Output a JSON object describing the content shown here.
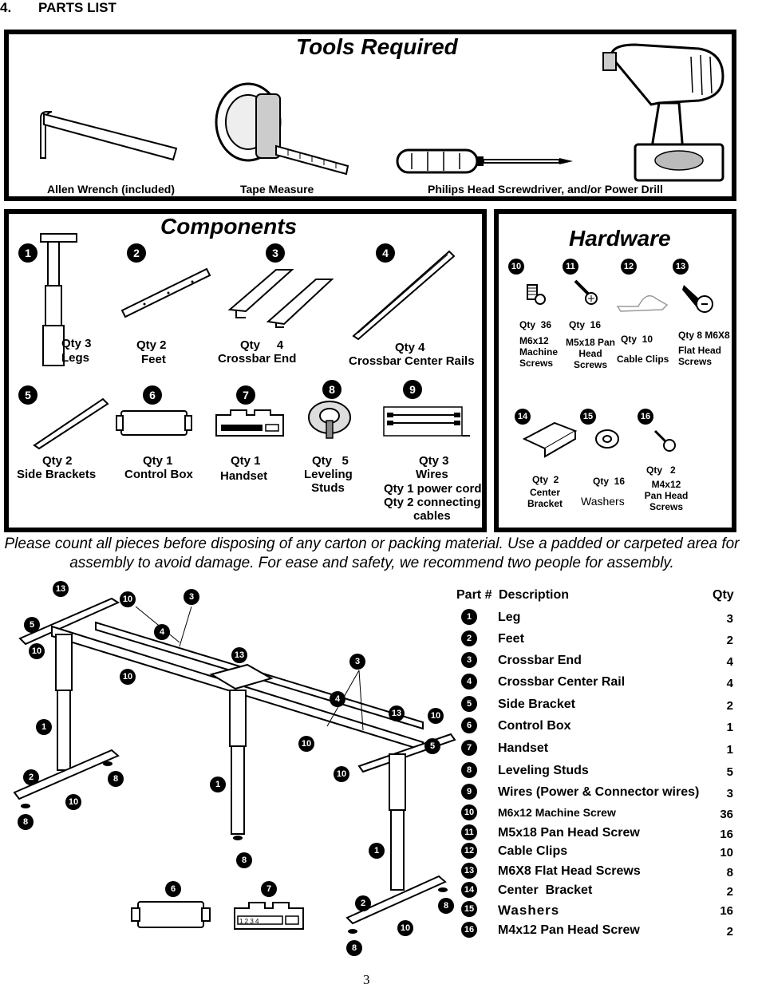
{
  "section": {
    "number": "4.",
    "title": "PARTS LIST"
  },
  "tools": {
    "heading": "Tools Required",
    "items": [
      {
        "label": "Allen Wrench (included)",
        "icon": "allen-wrench-icon"
      },
      {
        "label": "Tape Measure",
        "icon": "tape-measure-icon"
      },
      {
        "label": "Philips Head Screwdriver, and/or Power Drill",
        "icon": "screwdriver-icon"
      }
    ]
  },
  "components": {
    "heading": "Components",
    "items": [
      {
        "num": "1",
        "qty": "Qty 3",
        "name": "Legs"
      },
      {
        "num": "2",
        "qty": "Qty  2",
        "name": "Feet"
      },
      {
        "num": "3",
        "qty": "Qty     4",
        "name": "Crossbar End"
      },
      {
        "num": "4",
        "qty": "Qty 4",
        "name": "Crossbar Center Rails"
      },
      {
        "num": "5",
        "qty": "Qty  2",
        "name": "Side Brackets"
      },
      {
        "num": "6",
        "qty": "Qty 1",
        "name": "Control Box"
      },
      {
        "num": "7",
        "qty": "Qty 1",
        "name": "Handset"
      },
      {
        "num": "8",
        "qty": "Qty   5",
        "name": "Leveling Studs"
      },
      {
        "num": "9",
        "qty": "Qty  3",
        "name": "Wires",
        "extra1": "Qty 1 power cord",
        "extra2": "Qty 2 connecting",
        "extra3": "cables"
      }
    ]
  },
  "hardware": {
    "heading": "Hardware",
    "items": [
      {
        "num": "10",
        "qty": "Qty  36",
        "name": "M6x12 Machine Screws"
      },
      {
        "num": "11",
        "qty": "Qty  16",
        "name": "M5x18 Pan Head Screws"
      },
      {
        "num": "12",
        "qty": "Qty  10",
        "name": "Cable Clips"
      },
      {
        "num": "13",
        "qty": "Qty 8 M6X8",
        "name": "Flat Head Screws"
      },
      {
        "num": "14",
        "qty": "Qty  2",
        "name": "Center Bracket"
      },
      {
        "num": "15",
        "qty": "Qty  16",
        "name": "Washers"
      },
      {
        "num": "16",
        "qty": "Qty   2",
        "name": "M4x12 Pan Head Screws"
      }
    ]
  },
  "notice": "Please count all pieces before disposing of any carton or packing material. Use a padded or carpeted area for assembly to avoid damage. For ease and safety, we recommend two people for assembly.",
  "table": {
    "headers": {
      "part": "Part #",
      "description": "Description",
      "qty": "Qty"
    },
    "rows": [
      {
        "num": "1",
        "description": "Leg",
        "qty": "3"
      },
      {
        "num": "2",
        "description": "Feet",
        "qty": "2"
      },
      {
        "num": "3",
        "description": "Crossbar End",
        "qty": "4"
      },
      {
        "num": "4",
        "description": "Crossbar Center Rail",
        "qty": "4"
      },
      {
        "num": "5",
        "description": "Side Bracket",
        "qty": "2"
      },
      {
        "num": "6",
        "description": "Control Box",
        "qty": "1"
      },
      {
        "num": "7",
        "description": "Handset",
        "qty": "1"
      },
      {
        "num": "8",
        "description": "Leveling Studs",
        "qty": "5"
      },
      {
        "num": "9",
        "description": "Wires (Power & Connector wires)",
        "qty": "3"
      },
      {
        "num": "10",
        "description": "M6x12 Machine Screw",
        "qty": "36"
      },
      {
        "num": "11",
        "description": "M5x18 Pan Head Screw",
        "qty": "16"
      },
      {
        "num": "12",
        "description": "Cable Clips",
        "qty": "10"
      },
      {
        "num": "13",
        "description": "M6X8 Flat Head Screws",
        "qty": "8"
      },
      {
        "num": "14",
        "description": "Center  Bracket",
        "qty": "2"
      },
      {
        "num": "15",
        "description": "Washers",
        "qty": "16"
      },
      {
        "num": "16",
        "description": "M4x12 Pan Head Screw",
        "qty": "2"
      }
    ]
  },
  "diagram_callouts": [
    "13",
    "10",
    "3",
    "5",
    "4",
    "10",
    "10",
    "13",
    "3",
    "4",
    "1",
    "13",
    "10",
    "5",
    "10",
    "10",
    "2",
    "8",
    "1",
    "8",
    "10",
    "8",
    "1",
    "6",
    "7",
    "2",
    "8",
    "10",
    "8"
  ],
  "small_parts": {
    "handset_keys": "1 2 3 4"
  },
  "page_number": "3"
}
